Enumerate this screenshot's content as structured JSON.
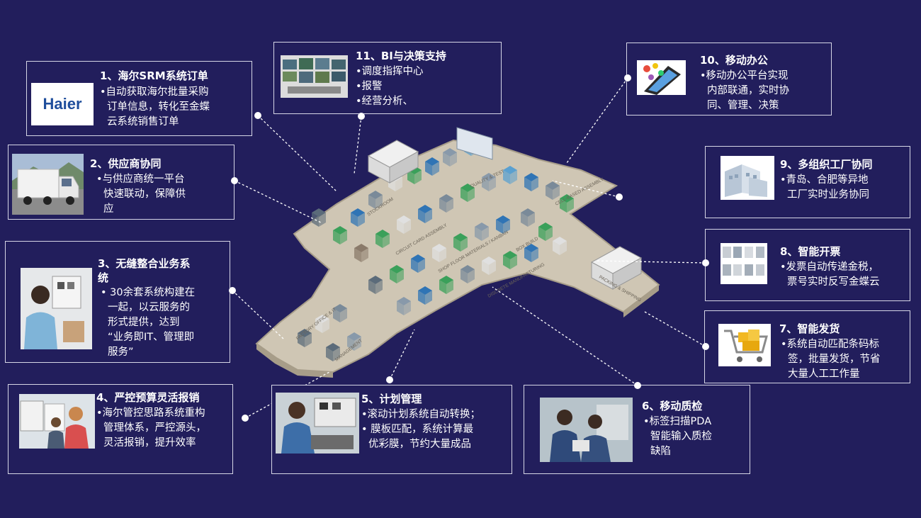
{
  "colors": {
    "background": "#221e5c",
    "card_border": "#d6d6e6",
    "floor": "#cfc6b4",
    "floor_edge": "#a79d89",
    "haier_blue": "#1f4e9c"
  },
  "factory_labels": [
    "STOCKROOM",
    "CIRCUIT CARD ASSEMBLY",
    "SHOP FLOOR MATERIALS / KANBAN",
    "BOX BUILD",
    "QUALITY & TEST",
    "CELL-BASED ASSEMBLY",
    "PACKING & SHIPPING",
    "DISCRETE MANUFACTURING",
    "FACTORY OFFICE & IT",
    "MANAGEMENT"
  ],
  "cards": [
    {
      "id": "srm",
      "title": "1、海尔SRM系统订单",
      "thumb": "haier-logo",
      "logo_text": "Haier",
      "lines": [
        "•自动获取海尔批量采购",
        "订单信息，转化至金蝶",
        "云系统销售订单"
      ]
    },
    {
      "id": "supplier",
      "title": "2、供应商协同",
      "thumb": "truck-photo",
      "lines": [
        "•与供应商统一平台",
        "快速联动，保障供",
        "应"
      ]
    },
    {
      "id": "integration",
      "title_lines": [
        "3、无缝整合业务系",
        "统"
      ],
      "thumb": "office-worker-photo",
      "lines": [
        "• 30余套系统构建在",
        "一起，以云服务的",
        "形式提供，达到",
        "“业务即IT、管理即",
        "服务”"
      ]
    },
    {
      "id": "budget",
      "title": "4、严控预算灵活报销",
      "thumb": "call-center-photo",
      "lines": [
        "•海尔管控思路系统重构",
        "管理体系，严控源头，",
        "灵活报销，提升效率"
      ]
    },
    {
      "id": "plan",
      "title": "5、计划管理",
      "thumb": "lab-worker-photo",
      "lines": [
        "•滚动计划系统自动转换；",
        "• 膜板匹配，系统计算最",
        "优彩膜，节约大量成品"
      ]
    },
    {
      "id": "quality",
      "title": "6、移动质检",
      "thumb": "workers-photo",
      "lines": [
        "•标签扫描PDA",
        "智能输入质检",
        "缺陷"
      ]
    },
    {
      "id": "shipping",
      "title": "7、智能发货",
      "thumb": "cart-icon",
      "lines": [
        "•系统自动匹配条码标",
        "签，批量发货，节省",
        "大量人工工作量"
      ]
    },
    {
      "id": "invoice",
      "title": "8、智能开票",
      "thumb": "invoice-icon",
      "lines": [
        "•发票自动传递金税，",
        "票号实时反写金蝶云"
      ]
    },
    {
      "id": "multiorg",
      "title": "9、多组织工厂协同",
      "thumb": "building-icon",
      "lines": [
        "•青岛、合肥等异地",
        "工厂实时业务协同"
      ]
    },
    {
      "id": "mobile",
      "title": "10、移动办公",
      "thumb": "smartphone-icon",
      "lines": [
        "•移动办公平台实现",
        "内部联通，实时协",
        "同、管理、决策"
      ]
    },
    {
      "id": "bi",
      "title": "11、BI与决策支持",
      "thumb": "monitor-wall-photo",
      "lines": [
        "•调度指挥中心",
        "•报警",
        "•经营分析、"
      ]
    }
  ]
}
